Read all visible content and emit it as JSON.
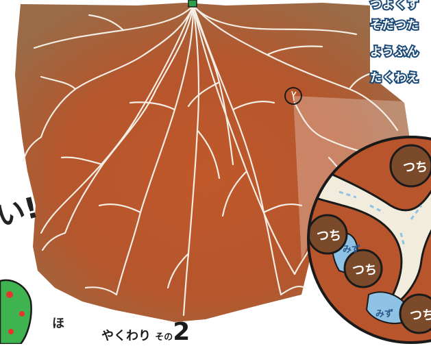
{
  "text_lines": [
    "つよくす",
    "そだつた",
    "ようぶん",
    "たくわえ"
  ],
  "exclaim": "い!",
  "role_label": {
    "prefix": "やくわり",
    "sono": "その",
    "number": "2"
  },
  "corner_char": "ほ",
  "zoom_labels": {
    "soil": "つち",
    "water": "みず"
  },
  "colors": {
    "soil": "#b8552c",
    "soil_outer": "#9b6a44",
    "root": "#f4eee4",
    "zoom_root": "#f2ecdc",
    "water": "#8ec3e6",
    "soil_ball": "#7a4a2a",
    "outline": "#1a1a1a",
    "stem": "#2fa04a",
    "character": "#3fb34f"
  },
  "icons": [
    "plant-stem-icon",
    "magnifier-circle-icon",
    "frog-character-icon"
  ]
}
